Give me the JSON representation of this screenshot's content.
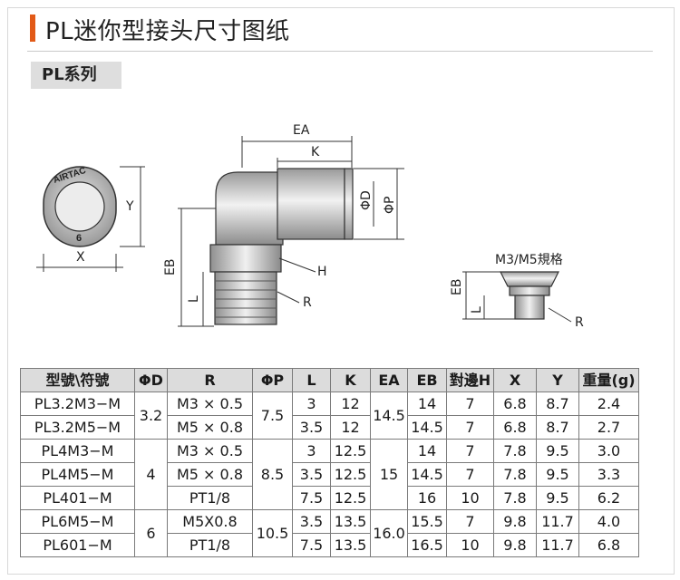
{
  "header": {
    "title": "PL迷你型接头尺寸图纸",
    "series": "PL系列"
  },
  "drawing": {
    "logo_text": "AIRTAC",
    "size_mark": "6",
    "labels": {
      "ea": "EA",
      "k": "K",
      "x": "X",
      "y": "Y",
      "phi_d": "ΦD",
      "phi_p": "ΦP",
      "eb": "EB",
      "l": "L",
      "h": "H",
      "r": "R",
      "m3m5": "M3/M5規格",
      "eb2": "EB",
      "l2": "L",
      "r2": "R"
    }
  },
  "table": {
    "headers": [
      "型號\\符號",
      "ΦD",
      "R",
      "ΦP",
      "L",
      "K",
      "EA",
      "EB",
      "對邊H",
      "X",
      "Y",
      "重量(g)"
    ],
    "rows": [
      {
        "model": "PL3.2M3−M",
        "r": "M3 × 0.5",
        "l": "3",
        "k": "12",
        "eb": "14",
        "h": "7",
        "x": "6.8",
        "y": "8.7",
        "w": "2.4"
      },
      {
        "model": "PL3.2M5−M",
        "r": "M5 × 0.8",
        "l": "3.5",
        "k": "12",
        "eb": "14.5",
        "h": "7",
        "x": "6.8",
        "y": "8.7",
        "w": "2.7"
      },
      {
        "model": "PL4M3−M",
        "r": "M3 × 0.5",
        "l": "3",
        "k": "12.5",
        "eb": "14",
        "h": "7",
        "x": "7.8",
        "y": "9.5",
        "w": "3.0"
      },
      {
        "model": "PL4M5−M",
        "r": "M5 × 0.8",
        "l": "3.5",
        "k": "12.5",
        "eb": "14.5",
        "h": "7",
        "x": "7.8",
        "y": "9.5",
        "w": "3.3"
      },
      {
        "model": "PL401−M",
        "r": "PT1/8",
        "l": "7.5",
        "k": "12.5",
        "eb": "16",
        "h": "10",
        "x": "7.8",
        "y": "9.5",
        "w": "6.2"
      },
      {
        "model": "PL6M5−M",
        "r": "M5X0.8",
        "l": "3.5",
        "k": "13.5",
        "eb": "15.5",
        "h": "7",
        "x": "9.8",
        "y": "11.7",
        "w": "4.0"
      },
      {
        "model": "PL601−M",
        "r": "PT1/8",
        "l": "7.5",
        "k": "13.5",
        "eb": "16.5",
        "h": "10",
        "x": "9.8",
        "y": "11.7",
        "w": "6.8"
      }
    ],
    "merged": {
      "phi_d": [
        "3.2",
        "4",
        "6"
      ],
      "phi_p": [
        "7.5",
        "8.5",
        "10.5"
      ],
      "ea": [
        "14.5",
        "15",
        "16.0"
      ]
    }
  }
}
